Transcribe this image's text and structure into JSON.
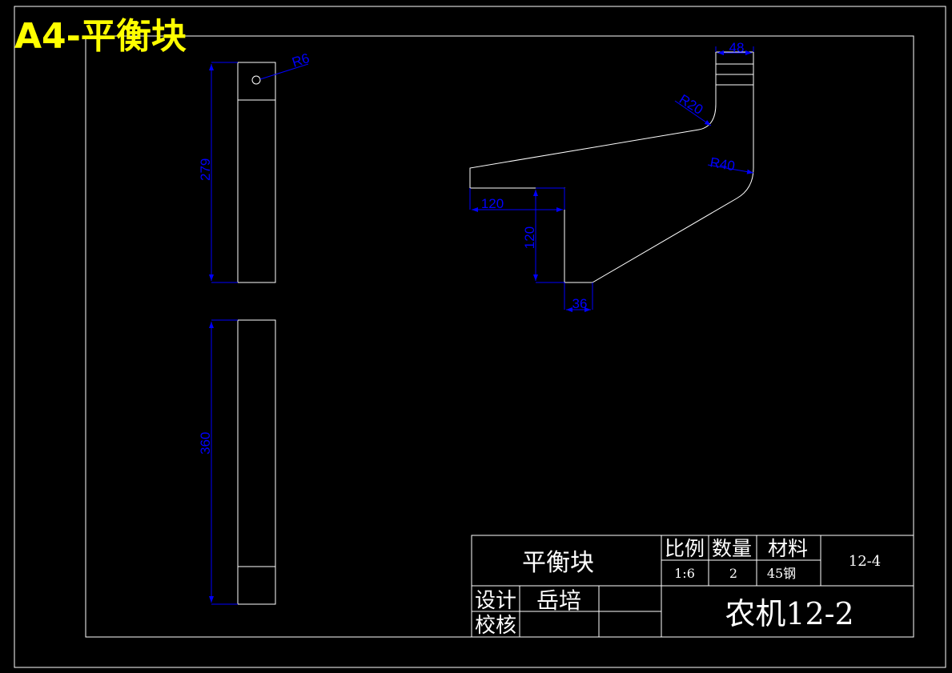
{
  "sheet_label": "A4-平衡块",
  "dimensions": {
    "side_top_radius": "R6",
    "side_top_length": "279",
    "side_bottom_length": "360",
    "top_width": "48",
    "radius_upper": "R20",
    "radius_lower": "R40",
    "step_width": "120",
    "step_height": "120",
    "bottom_width": "36"
  },
  "title_block": {
    "part_name": "平衡块",
    "scale_label": "比例",
    "quantity_label": "数量",
    "material_label": "材料",
    "scale_value": "1:6",
    "quantity_value": "2",
    "material_value": "45钢",
    "drawing_number": "12-4",
    "designer_label": "设计",
    "designer_name": "岳培",
    "checker_label": "校核",
    "project_name": "农机12-2"
  },
  "colors": {
    "background": "#000000",
    "outline": "#ffffff",
    "dimension": "#0000ff",
    "title": "#ffff00"
  }
}
